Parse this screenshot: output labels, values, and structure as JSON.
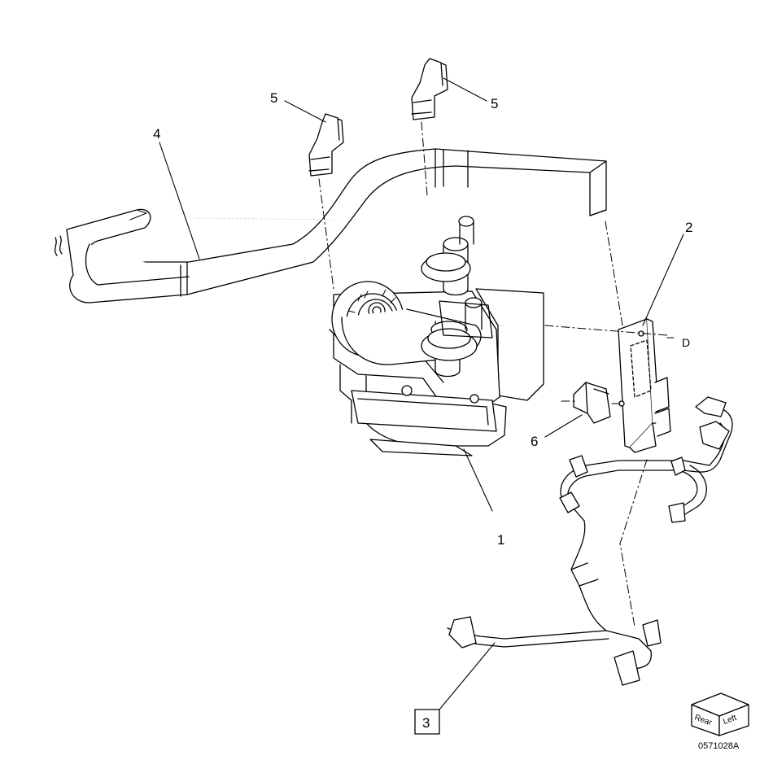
{
  "callouts": {
    "c1": "1",
    "c2": "2",
    "c3": "3",
    "c4": "4",
    "c5a": "5",
    "c5b": "5",
    "c6": "6",
    "ref_d": "D"
  },
  "orientation": {
    "rear": "Rear",
    "left": "Left"
  },
  "figure_id": "0571028A"
}
